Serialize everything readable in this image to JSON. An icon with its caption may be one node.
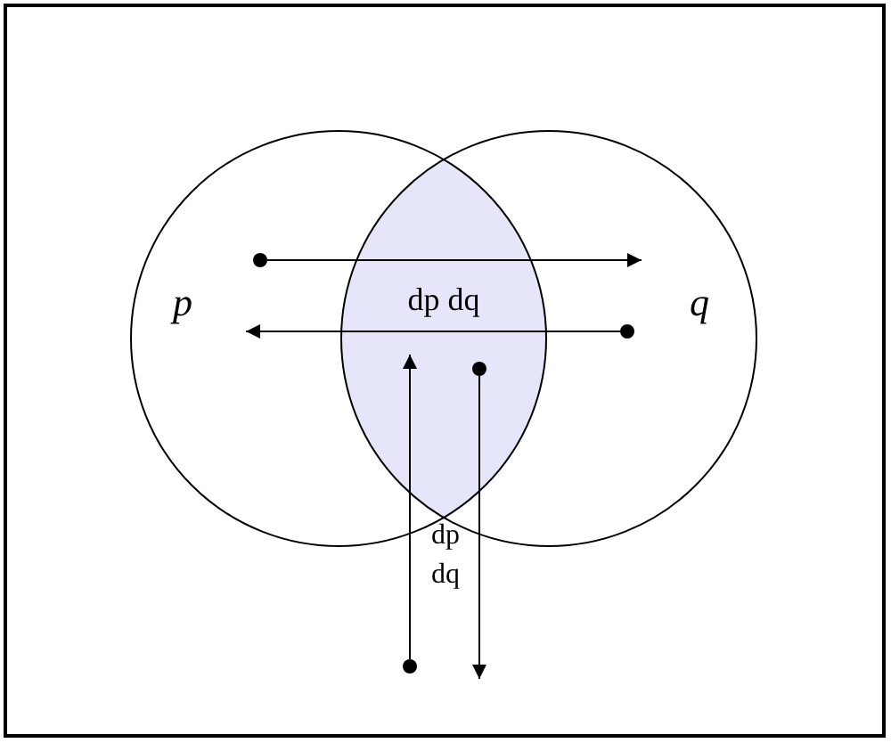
{
  "diagram": {
    "nodes": [
      {
        "text": [
          "p"
        ]
      },
      {
        "text": [
          "q"
        ]
      },
      {
        "text": [
          "dp dq"
        ]
      },
      {
        "text": [],
        "shape": "circle",
        "in": 0
      },
      {
        "text": [],
        "shape": "circle"
      },
      {
        "text": [],
        "shape": "circle",
        "in": 2
      },
      {
        "text": [],
        "shape": "circle",
        "in": 1
      }
    ],
    "edges": [
      {
        "from": 3,
        "to": null,
        "arrow": "to"
      },
      {
        "from": 6,
        "to": null,
        "arrow": "to"
      },
      {
        "from": 4,
        "to": null,
        "arrow": "to"
      },
      {
        "from": 5,
        "to": null,
        "arrow": "to"
      }
    ],
    "labels": [
      "dp dq"
    ]
  }
}
